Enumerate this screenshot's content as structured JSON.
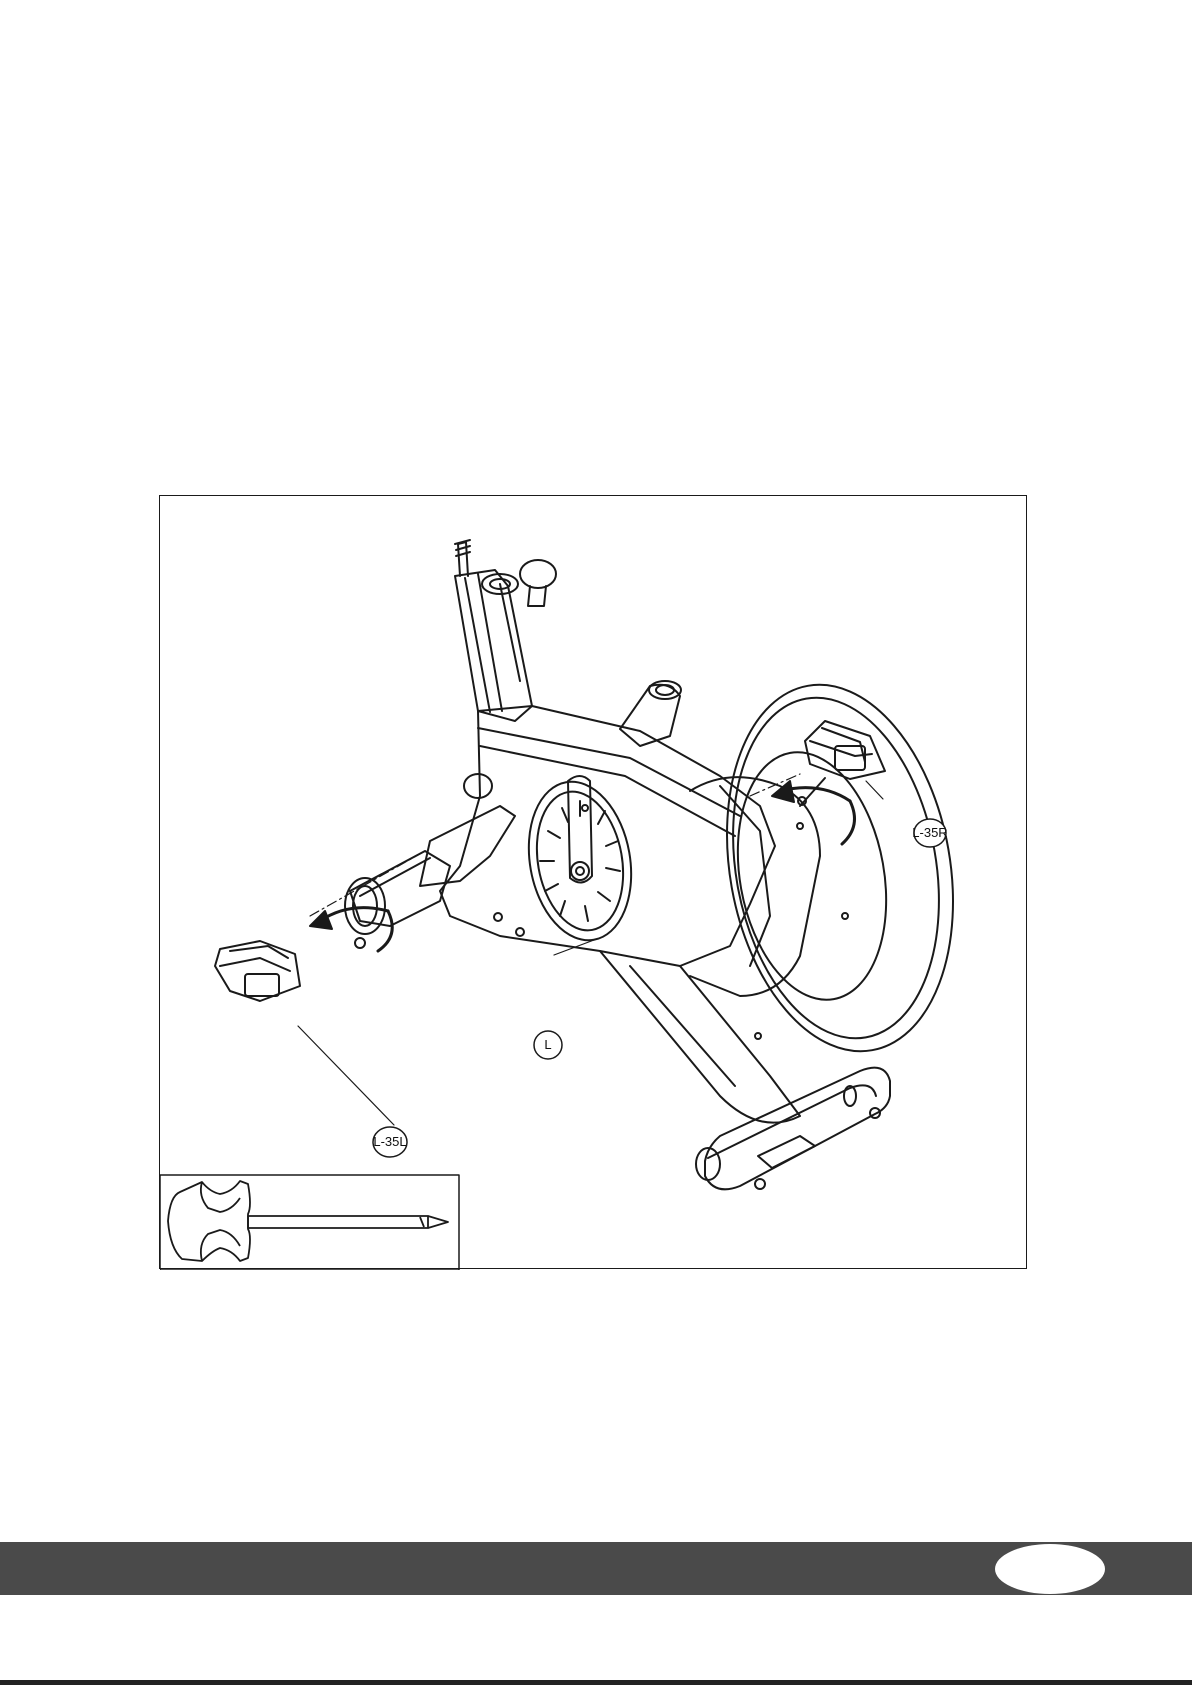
{
  "figure": {
    "callouts": {
      "frame": "L",
      "right_pedal": "L-35R",
      "left_pedal": "L-35L"
    },
    "tool_icon": "pedal-wrench-icon",
    "arrow_icons": [
      "rotate-arrow-icon",
      "rotate-arrow-icon"
    ]
  },
  "footer": {
    "page_number": "",
    "band_color": "#4a4a4a"
  }
}
